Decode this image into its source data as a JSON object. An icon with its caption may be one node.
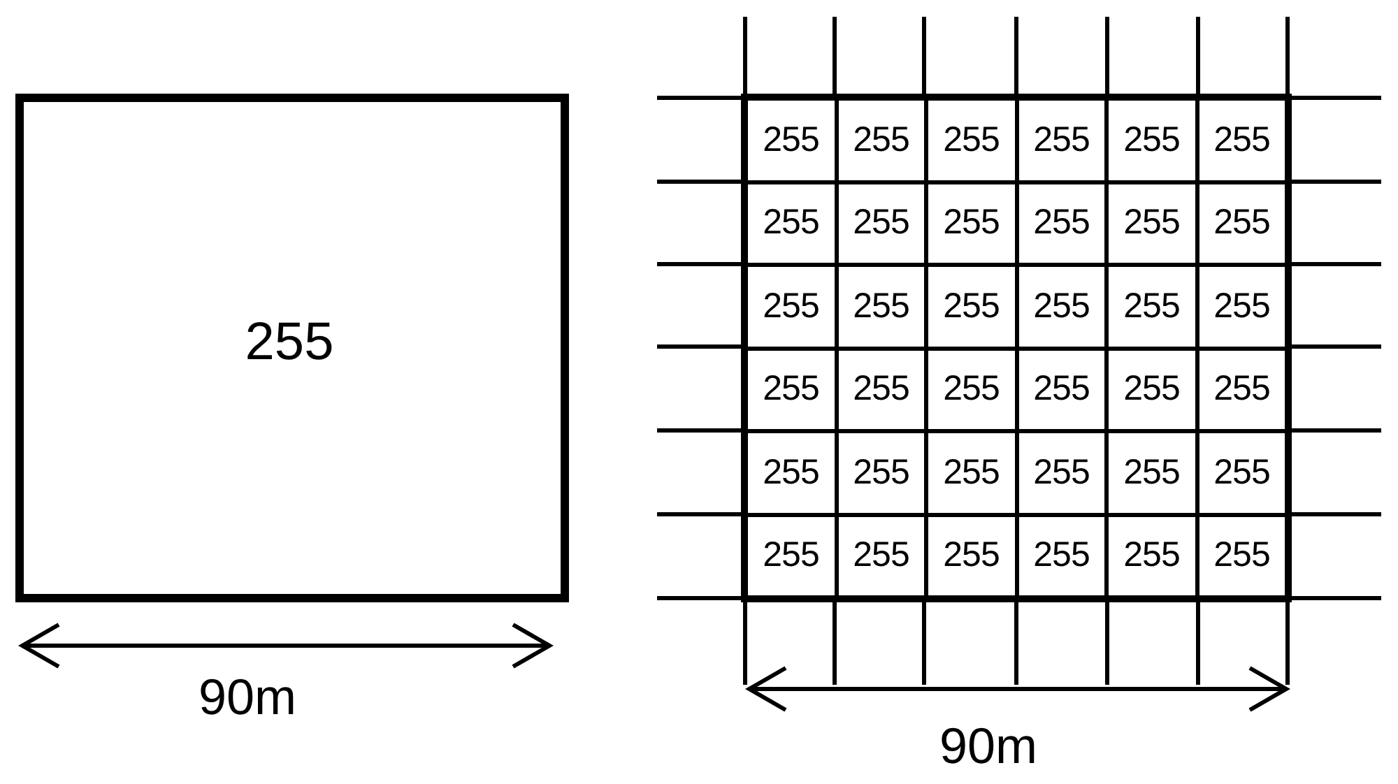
{
  "diagram": {
    "nodes": [
      {
        "text": [
          "255"
        ]
      },
      {
        "text": [],
        "shape": "box"
      },
      {
        "text": [
          "255"
        ],
        "in": 1
      },
      {
        "text": [
          "255"
        ],
        "in": 1
      },
      {
        "text": [
          "255"
        ],
        "in": 1
      },
      {
        "text": [
          "255"
        ],
        "in": 1
      },
      {
        "text": [
          "255"
        ],
        "in": 1
      },
      {
        "text": [
          "255"
        ],
        "in": 1
      },
      {
        "text": [
          "255"
        ],
        "in": 1
      },
      {
        "text": [
          "255"
        ],
        "in": 1
      },
      {
        "text": [
          "255"
        ],
        "in": 1
      },
      {
        "text": [
          "255"
        ],
        "in": 1
      },
      {
        "text": [
          "255"
        ],
        "in": 1
      },
      {
        "text": [
          "255"
        ],
        "in": 1
      },
      {
        "text": [
          "255"
        ],
        "in": 1
      },
      {
        "text": [
          "255"
        ],
        "in": 1
      },
      {
        "text": [
          "255"
        ],
        "in": 1
      },
      {
        "text": [
          "255"
        ],
        "in": 1
      },
      {
        "text": [
          "255"
        ],
        "in": 1
      },
      {
        "text": [
          "255"
        ],
        "in": 1
      },
      {
        "text": [
          "255"
        ],
        "in": 1
      },
      {
        "text": [
          "255"
        ],
        "in": 1
      },
      {
        "text": [
          "255"
        ],
        "in": 1
      },
      {
        "text": [
          "255"
        ],
        "in": 1
      },
      {
        "text": [
          "255"
        ],
        "in": 1
      },
      {
        "text": [
          "255"
        ],
        "in": 1
      },
      {
        "text": [
          "255"
        ],
        "in": 1
      },
      {
        "text": [
          "255"
        ],
        "in": 1
      },
      {
        "text": [
          "255"
        ],
        "in": 1
      },
      {
        "text": [
          "255"
        ],
        "in": 1
      },
      {
        "text": [
          "255"
        ],
        "in": 1
      },
      {
        "text": [
          "255"
        ],
        "in": 1
      },
      {
        "text": [
          "255"
        ],
        "in": 1
      },
      {
        "text": [
          "255"
        ],
        "in": 1
      },
      {
        "text": [
          "255"
        ],
        "in": 1
      },
      {
        "text": [
          "255"
        ],
        "in": 1
      },
      {
        "text": [
          "255"
        ],
        "in": 1
      },
      {
        "text": [
          "255"
        ],
        "in": 1
      }
    ],
    "labels": [
      "90m",
      "90m"
    ]
  }
}
